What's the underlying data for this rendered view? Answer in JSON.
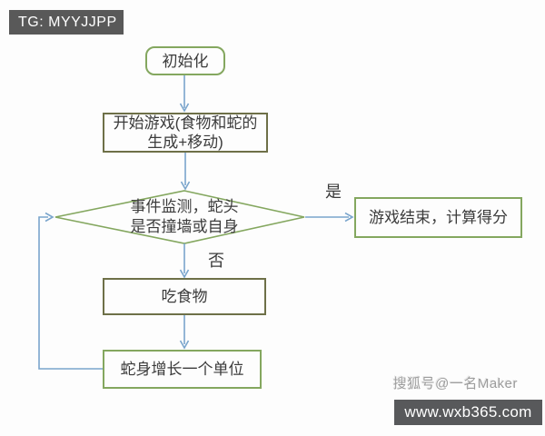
{
  "banner": {
    "text": "TG: MYYJJPP"
  },
  "flowchart": {
    "title": "snake-game-logic-flowchart",
    "nodes": {
      "init": {
        "shape": "rounded-rect",
        "label": "初始化"
      },
      "start": {
        "shape": "rect",
        "label": "开始游戏(食物和蛇的生成+移动)",
        "line1": "开始游戏(食物和蛇的",
        "line2": "生成+移动)"
      },
      "check": {
        "shape": "diamond",
        "label": "事件监测，蛇头是否撞墙或自身",
        "line1": "事件监测，蛇头",
        "line2": "是否撞墙或自身"
      },
      "gameover": {
        "shape": "rect",
        "label": "游戏结束，计算得分"
      },
      "eat": {
        "shape": "rect",
        "label": "吃食物"
      },
      "grow": {
        "shape": "rect",
        "label": "蛇身增长一个单位"
      }
    },
    "edges": [
      {
        "from": "init",
        "to": "start",
        "label": ""
      },
      {
        "from": "start",
        "to": "check",
        "label": ""
      },
      {
        "from": "check",
        "to": "gameover",
        "label": "是"
      },
      {
        "from": "check",
        "to": "eat",
        "label": "否"
      },
      {
        "from": "eat",
        "to": "grow",
        "label": ""
      },
      {
        "from": "grow",
        "to": "check",
        "label": ""
      }
    ]
  },
  "watermarks": {
    "sohu": "搜狐号@一名Maker",
    "site": "www.wxb365.com"
  },
  "colors": {
    "banner_bg": "#595959",
    "watermark_bar_bg": "#58595b",
    "line_blue": "#7aa5cc",
    "border_green": "#84a75f",
    "border_olive": "#6e7048",
    "text": "#3b3b3b"
  }
}
